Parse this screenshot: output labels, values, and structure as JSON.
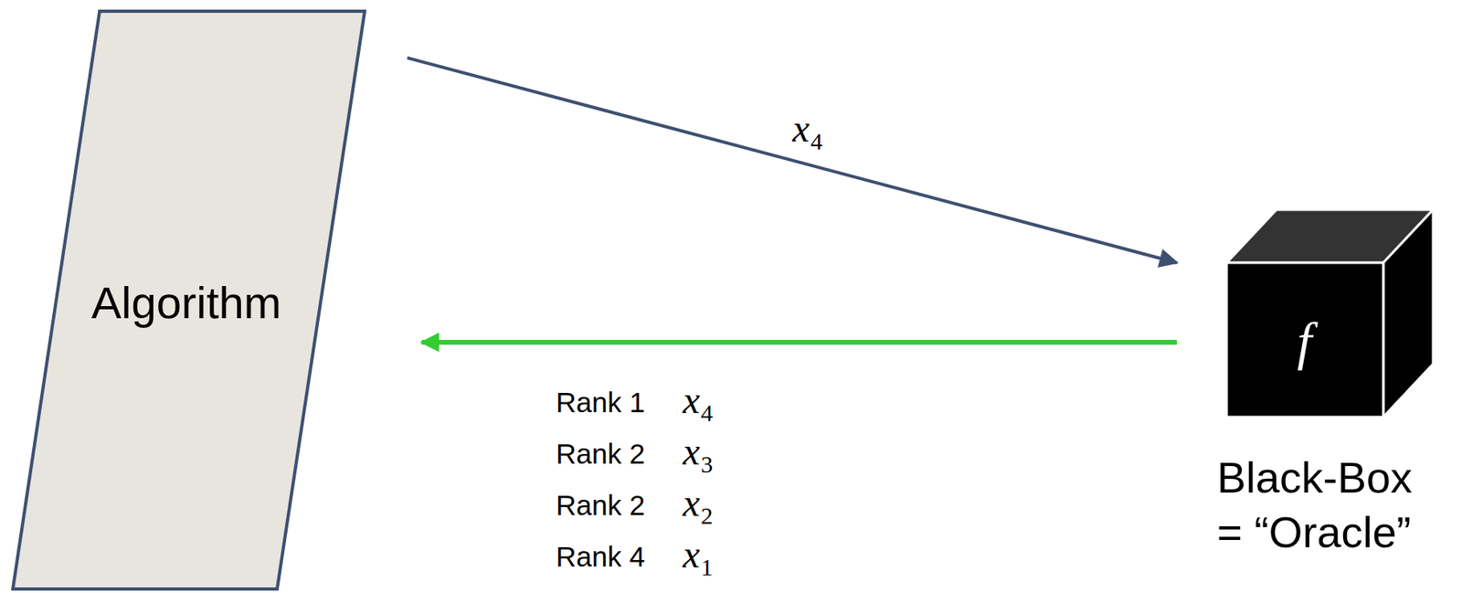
{
  "diagram": {
    "nodes": [
      {
        "text": [
          "Algorithm"
        ]
      },
      {
        "text": [
          "f",
          "Black-Box = “Oracle”"
        ]
      }
    ],
    "edges": [
      {
        "from": 0,
        "to": 1,
        "label": "x4",
        "arrow": "to"
      },
      {
        "from": 1,
        "to": 0,
        "arrow": "to"
      }
    ],
    "labels": [
      "Rank 1",
      "x4",
      "Rank 2",
      "x3",
      "Rank 2",
      "x2",
      "Rank 4",
      "x1"
    ]
  }
}
